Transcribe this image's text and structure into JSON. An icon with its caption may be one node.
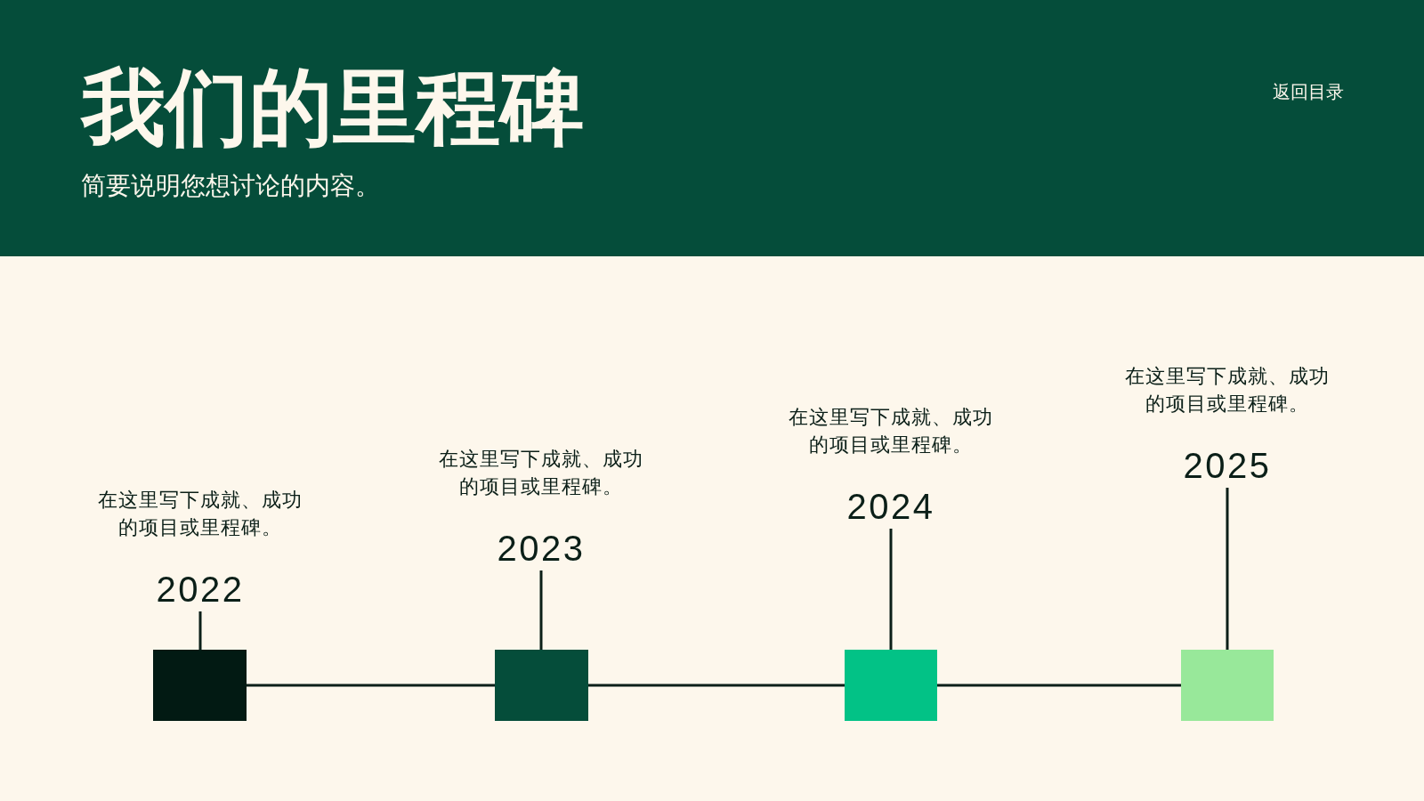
{
  "diagram": {
    "title": "我们的里程碑",
    "nodes": [
      {
        "text": [
          "2022"
        ],
        "beside": [
          "在这里写下成就、成功的项目或里程碑。"
        ]
      },
      {
        "text": [
          "2023"
        ],
        "beside": [
          "在这里写下成就、成功的项目或里程碑。"
        ]
      },
      {
        "text": [
          "2024"
        ],
        "beside": [
          "在这里写下成就、成功的项目或里程碑。"
        ]
      },
      {
        "text": [
          "2025"
        ],
        "beside": [
          "在这里写下成就、成功的项目或里程碑。"
        ]
      },
      {
        "text": [],
        "shape": "box"
      },
      {
        "text": [],
        "shape": "box"
      },
      {
        "text": [],
        "shape": "box"
      },
      {
        "text": [],
        "shape": "box"
      }
    ],
    "edges": [
      {
        "from": 0,
        "to": 4,
        "arrow": "none"
      },
      {
        "from": 1,
        "to": 5,
        "arrow": "none"
      },
      {
        "from": 2,
        "to": 6,
        "arrow": "none"
      },
      {
        "from": 3,
        "to": 7,
        "arrow": "none"
      },
      {
        "from": 4,
        "to": 5,
        "arrow": "none"
      },
      {
        "from": 5,
        "to": 6,
        "arrow": "none"
      },
      {
        "from": 6,
        "to": 7,
        "arrow": "none"
      }
    ],
    "labels": [
      "简要说明您想讨论的内容。",
      "返回目录"
    ]
  }
}
